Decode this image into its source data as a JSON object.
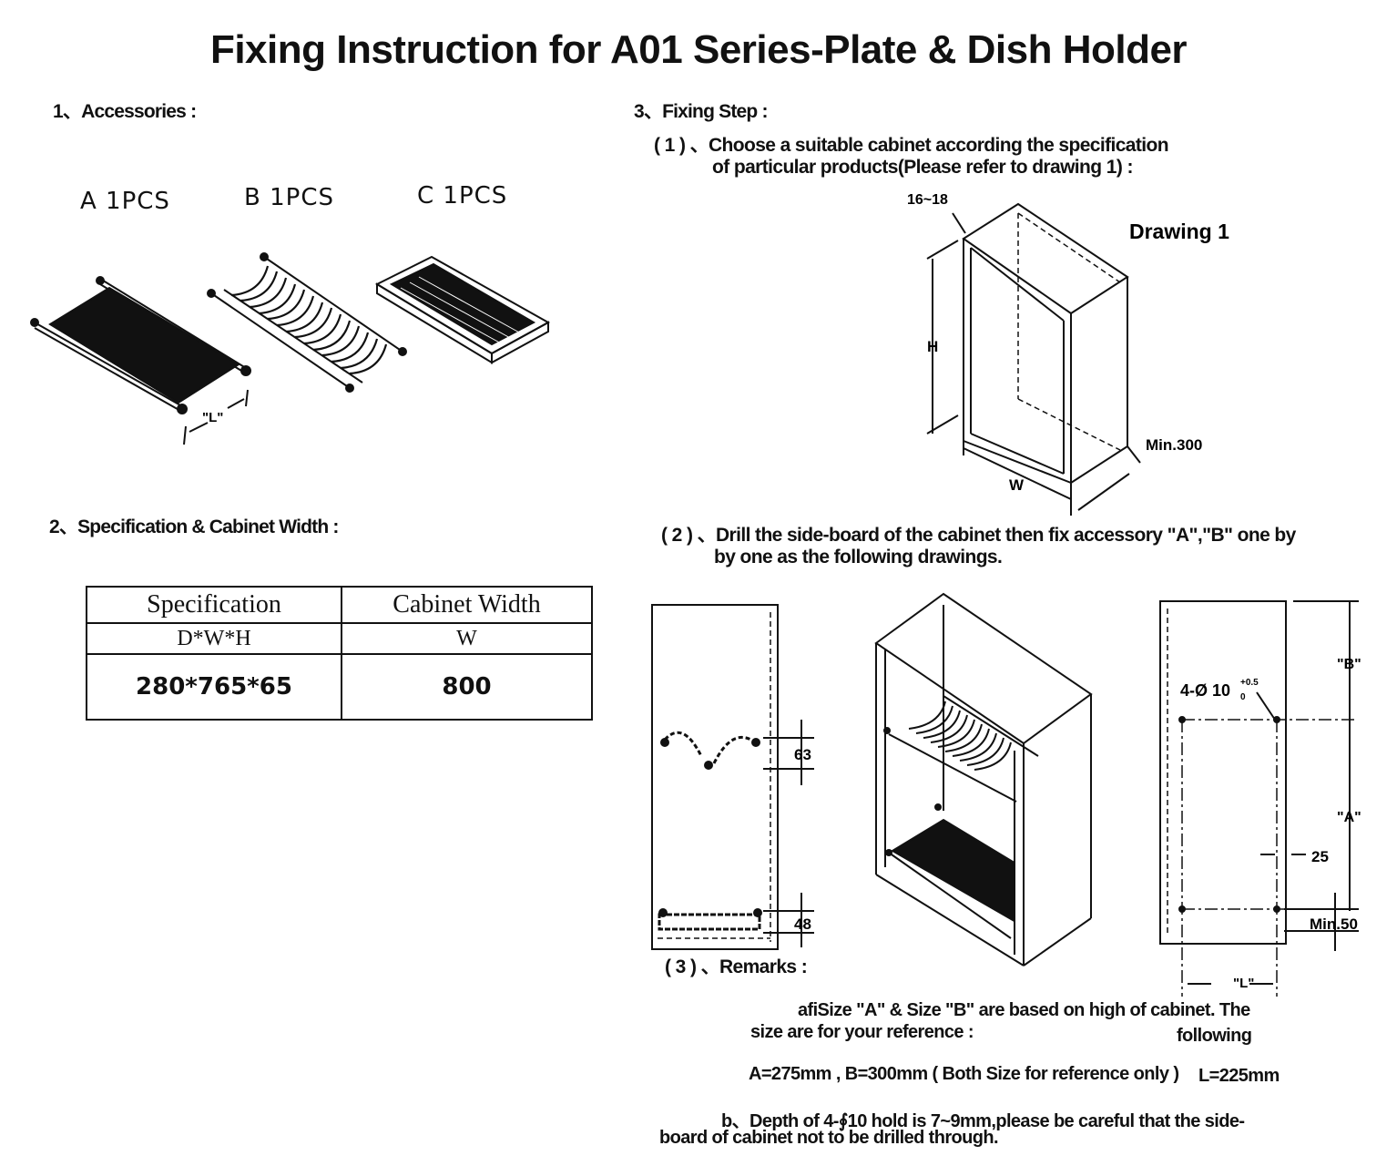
{
  "title": "Fixing Instruction for A01 Series-Plate & Dish Holder",
  "section1": {
    "heading": "1、Accessories :",
    "items": [
      {
        "label": "A 1PCS"
      },
      {
        "label": "B 1PCS"
      },
      {
        "label": "C 1PCS"
      }
    ],
    "dim_label": "\"L\""
  },
  "section2": {
    "heading": "2、Specification & Cabinet Width :",
    "table": {
      "headers": [
        "Specification",
        "Cabinet Width"
      ],
      "subheaders": [
        "D*W*H",
        "W"
      ],
      "rows": [
        [
          "280*765*65",
          "800"
        ]
      ]
    }
  },
  "section3": {
    "heading": "3、Fixing Step :",
    "step1": {
      "line1": "( 1 ) 、Choose a suitable cabinet according the specification",
      "line2": "of particular products(Please refer to drawing 1) :"
    },
    "drawing1": {
      "title": "Drawing 1",
      "thickness": "16~18",
      "height": "H",
      "width": "W",
      "depth": "Min.300"
    },
    "step2": {
      "line1": "( 2 ) 、Drill the side-board of the cabinet then fix accessory \"A\",\"B\" one by",
      "line2": "by one as the following drawings."
    },
    "side_view": {
      "dim_top": "63",
      "dim_bottom": "48"
    },
    "hole_view": {
      "label_b": "\"B\"",
      "label_a": "\"A\"",
      "hole": "4-Ø 10",
      "tol_upper": "+0.5",
      "tol_lower": "0",
      "dim_25": "25",
      "min50": "Min.50",
      "label_l": "\"L\""
    },
    "step3": {
      "heading": "( 3 ) 、Remarks :",
      "remark_a_line1": "afiSize \"A\" & Size \"B\" are based on high of cabinet. The",
      "remark_a_line2": "size are for your reference :",
      "remark_a_following": "following",
      "sizes": "A=275mm , B=300mm ( Both Size for reference only )",
      "size_l": "L=225mm",
      "remark_b_line1": "b、Depth of 4-∮10 hold is 7~9mm,please be careful that the side-",
      "remark_b_line2": "board of cabinet not to be drilled through."
    }
  }
}
